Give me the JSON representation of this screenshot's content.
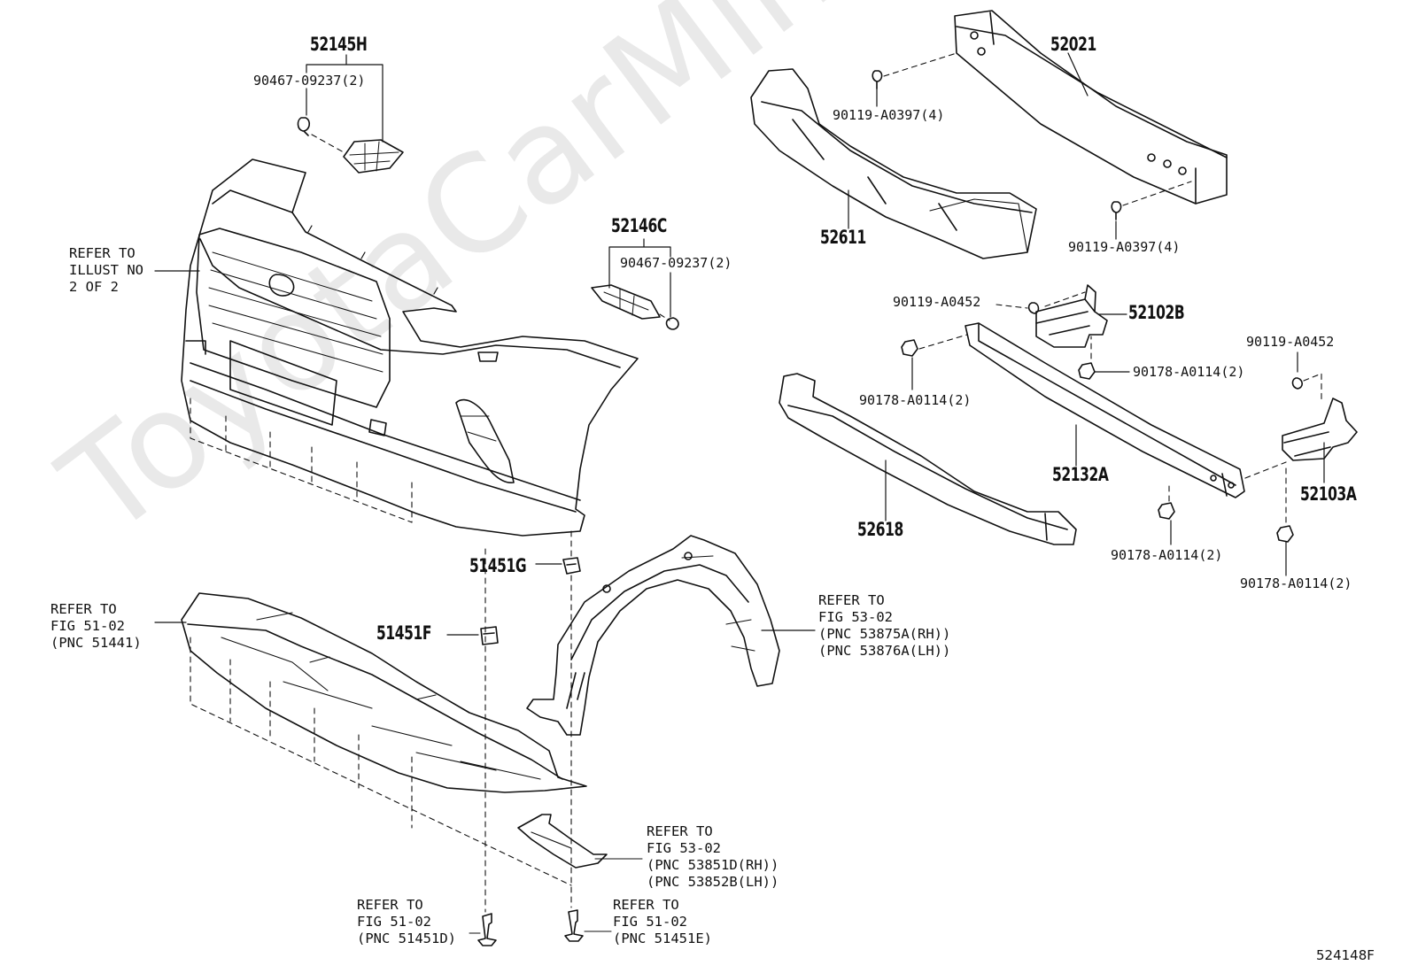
{
  "diagram": {
    "watermark": "ToyotaCarMine.ru",
    "doc_id": "524148F",
    "parts": {
      "p52145H": "52145H",
      "p90467a": "90467-09237(2)",
      "p52146C": "52146C",
      "p90467b": "90467-09237(2)",
      "p52021": "52021",
      "p90119_a0397_top": "90119-A0397(4)",
      "p52611": "52611",
      "p90119_a0397_bot": "90119-A0397(4)",
      "p90119_a0452_l": "90119-A0452",
      "p52102B": "52102B",
      "p90178_l": "90178-A0114(2)",
      "p90178_r": "90178-A0114(2)",
      "p90119_a0452_r": "90119-A0452",
      "p52132A": "52132A",
      "p52618": "52618",
      "p52103A": "52103A",
      "p90178_bm": "90178-A0114(2)",
      "p90178_br": "90178-A0114(2)",
      "p51451G": "51451G",
      "p51451F": "51451F"
    },
    "refs": {
      "illust": [
        "REFER TO",
        "ILLUST NO",
        "2 OF 2"
      ],
      "fig51_left": [
        "REFER TO",
        "FIG 51-02",
        "(PNC 51441)"
      ],
      "fig53_liner": [
        "REFER TO",
        "FIG 53-02",
        "(PNC 53875A(RH))",
        "(PNC 53876A(LH))"
      ],
      "fig53_bottom": [
        "REFER TO",
        "FIG 53-02",
        "(PNC 53851D(RH))",
        "(PNC 53852B(LH))"
      ],
      "fig51_d": [
        "REFER TO",
        "FIG 51-02",
        "(PNC 51451D)"
      ],
      "fig51_e": [
        "REFER TO",
        "FIG 51-02",
        "(PNC 51451E)"
      ]
    }
  }
}
